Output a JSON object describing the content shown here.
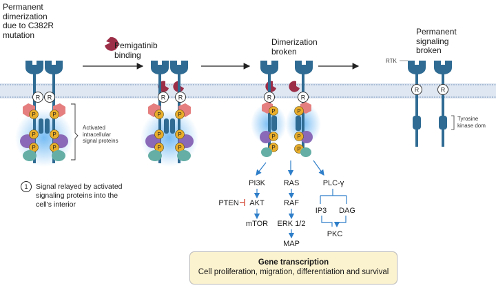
{
  "stages": {
    "permanent_dimerization": "Permanent\ndimerization\ndue to C382R\nmutation",
    "pemigatinib_binding": "Pemigatinib\nbinding",
    "dimerization_broken": "Dimerization\nbroken",
    "permanent_signaling_broken": "Permanent\nsignaling\nbroken"
  },
  "labels": {
    "activated_proteins": "Activated\nintracellular\nsignal proteins",
    "rtk": "RTK",
    "tyrosine_kinase": "Tyrosine\nkinase dom",
    "receptor_letter": "R",
    "phospho_letter": "P"
  },
  "step_note": {
    "number": "1",
    "text": "Signal relayed by activated\nsignaling proteins into the\ncell's interior"
  },
  "pathways": {
    "pi3k": "PI3K",
    "pten": "PTEN",
    "akt": "AKT",
    "mtor": "mTOR",
    "ras": "RAS",
    "raf": "RAF",
    "erk": "ERK 1/2",
    "map": "MAP",
    "plc": "PLC-γ",
    "ip3": "IP3",
    "dag": "DAG",
    "pkc": "PKC"
  },
  "gene_box": {
    "title": "Gene transcription",
    "subtitle": "Cell proliferation, migration, differentiation and survival"
  },
  "colors": {
    "receptor": "#2f6b93",
    "drug": "#9c2e48",
    "membrane": "#cfdcec",
    "pink": "#e57f7f",
    "yellow": "#e8ad2b",
    "purple": "#8a6ab8",
    "teal": "#64aea5",
    "arrow": "#2e7ec9",
    "gene_box": "#fbf2cf"
  }
}
